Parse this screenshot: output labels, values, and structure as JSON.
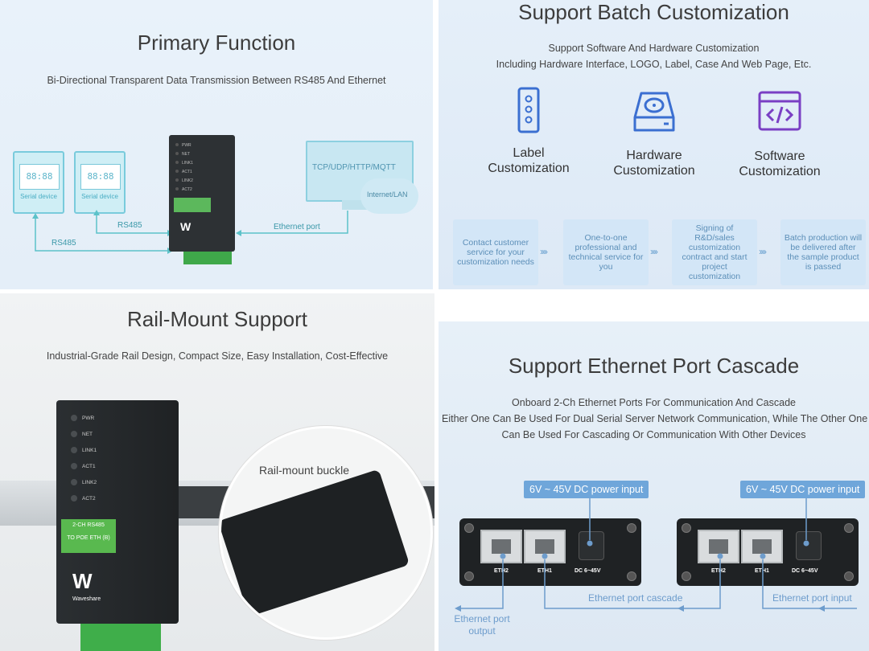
{
  "primary": {
    "title": "Primary Function",
    "subtitle": "Bi-Directional Transparent Data Transmission Between RS485 And Ethernet",
    "serial_device_1": "Serial device",
    "serial_device_2": "Serial device",
    "screen_text": "88:88",
    "rs485_top": "RS485",
    "rs485_bottom": "RS485",
    "ethernet_port": "Ethernet port",
    "protocols": "TCP/UDP/HTTP/MQTT",
    "internet": "Internet/LAN",
    "device_logo": "W"
  },
  "batch": {
    "title": "Support Batch Customization",
    "subtitle_line1": "Support Software And Hardware Customization",
    "subtitle_line2": "Including Hardware Interface, LOGO, Label, Case And Web Page, Etc.",
    "items": [
      {
        "label_line1": "Label",
        "label_line2": "Customization",
        "icon": "label-icon"
      },
      {
        "label_line1": "Hardware",
        "label_line2": "Customization",
        "icon": "hardware-icon"
      },
      {
        "label_line1": "Software",
        "label_line2": "Customization",
        "icon": "software-icon"
      }
    ],
    "steps": [
      "Contact customer service for your customization needs",
      "One-to-one professional and technical service for you",
      "Signing of R&D/sales customization contract and start project customization",
      "Batch production will be delivered after the sample product is passed"
    ],
    "arrow": "››››",
    "colors": {
      "blue": "#3b6fd1",
      "purple": "#7a3fc4"
    }
  },
  "rail": {
    "title": "Rail-Mount Support",
    "subtitle": "Industrial-Grade Rail Design, Compact Size, Easy Installation, Cost-Effective",
    "leds": [
      "PWR",
      "NET",
      "LINK1",
      "ACT1",
      "LINK2",
      "ACT2"
    ],
    "green_label_line1": "2-CH RS485",
    "green_label_line2": "TO POE ETH (B)",
    "brand": "Waveshare",
    "logo": "W",
    "buckle_label": "Rail-mount buckle"
  },
  "cascade": {
    "title": "Support Ethernet Port Cascade",
    "line1": "Onboard 2-Ch Ethernet Ports For Communication And Cascade",
    "line2": "Either One Can Be Used For Dual Serial Server Network Communication, While The Other One",
    "line3": "Can Be Used For Cascading Or Communication With Other Devices",
    "power_left": "6V ~ 45V DC power input",
    "power_right": "6V ~ 45V DC power input",
    "eth2": "ETH2",
    "eth1": "ETH1",
    "dc": "DC 6~45V",
    "cascade_label": "Ethernet port cascade",
    "input_label": "Ethernet port input",
    "output_line1": "Ethernet port",
    "output_line2": "output"
  }
}
